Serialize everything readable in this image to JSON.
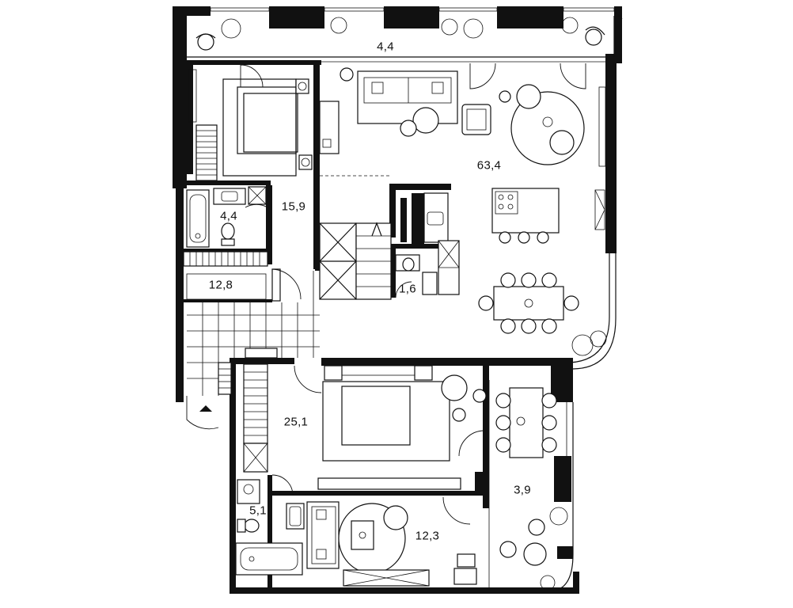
{
  "rooms": {
    "terrace_top": "4,4",
    "living": "63,4",
    "bedroom_1": "15,9",
    "bath_1": "4,4",
    "hall": "12,8",
    "wc": "1,6",
    "bedroom_2": "25,1",
    "bath_2": "5,1",
    "study": "12,3",
    "balcony": "3,9"
  }
}
